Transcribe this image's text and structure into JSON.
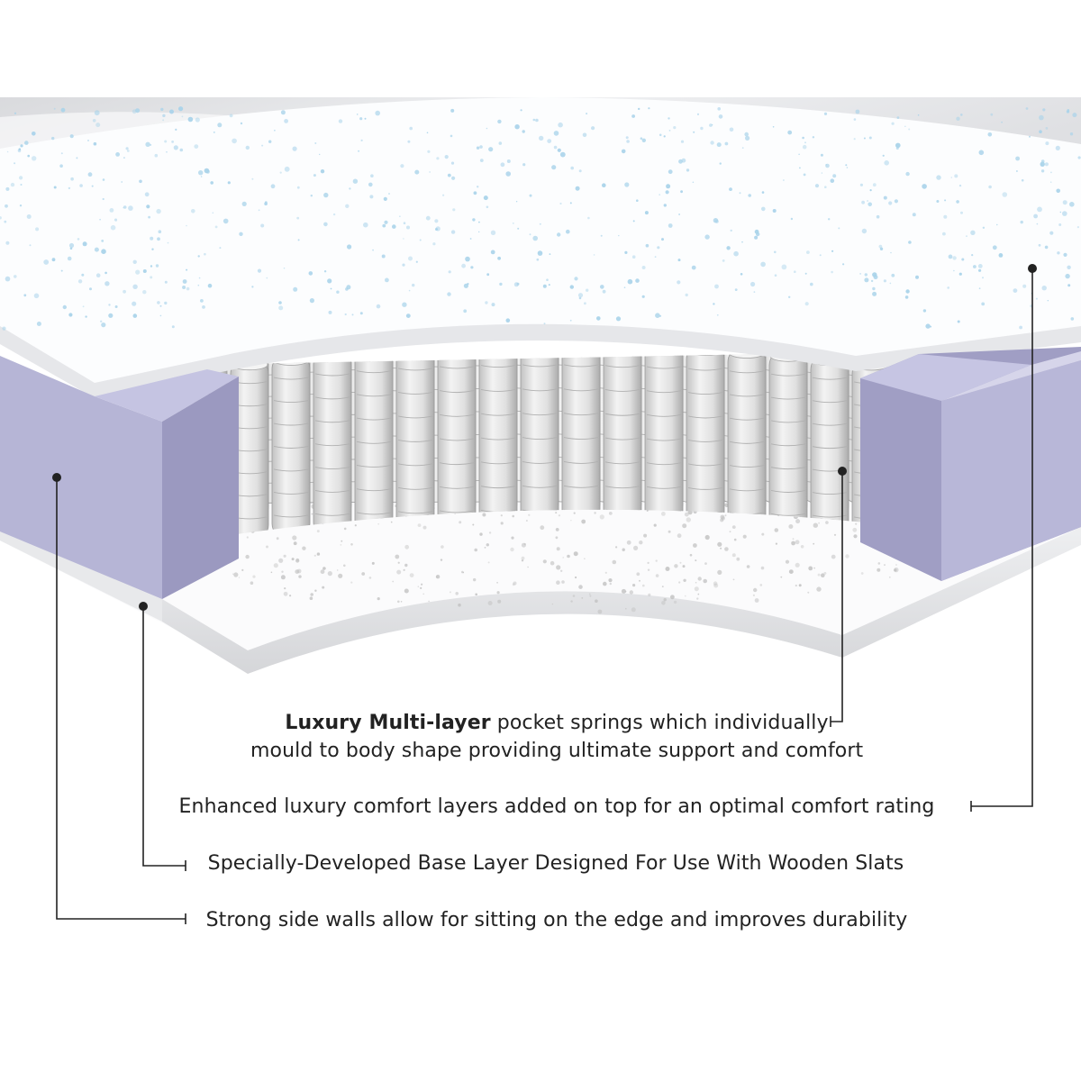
{
  "colors": {
    "side_wall": "#b8b7d8",
    "side_wall_dark": "#9e9cc2",
    "foam": "#fbfcfd",
    "foam_edge": "#e4e5e8",
    "foam_speckle_top": "#a9d3ea",
    "foam_speckle_base": "#c3c3c3",
    "spring": "#e6e6e6",
    "spring_shade": "#b9b9b9",
    "leader_line": "#222222",
    "text": "#222222"
  },
  "labels": {
    "springs": {
      "bold": "Luxury Multi-layer",
      "line1_rest": " pocket springs which individually",
      "line2": "mould to body shape providing ultimate support and comfort"
    },
    "comfort_layers": "Enhanced luxury comfort layers added on top for an optimal comfort rating",
    "base_layer": "Specially-Developed Base Layer Designed For Use With Wooden Slats",
    "side_walls": "Strong side walls allow for sitting on the edge and improves durability"
  }
}
